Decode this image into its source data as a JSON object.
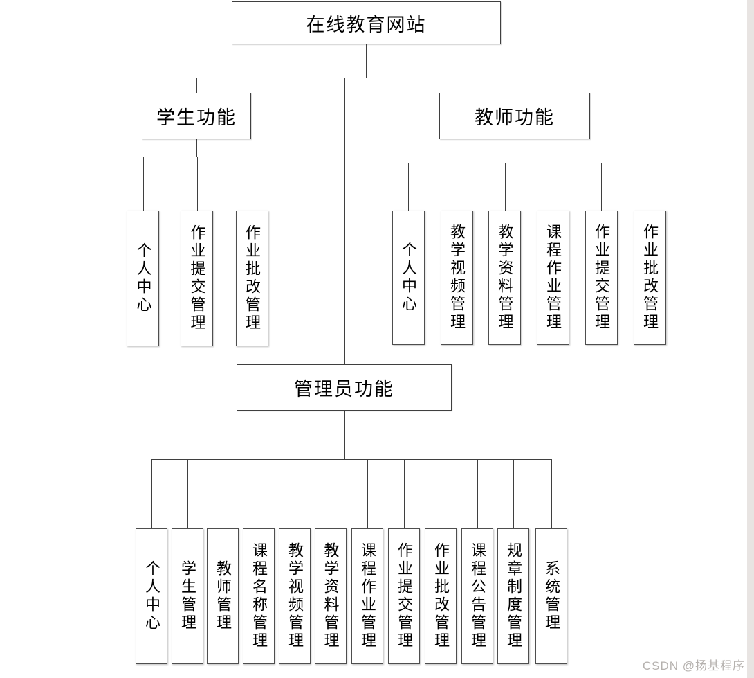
{
  "tree": {
    "root": {
      "label": "在线教育网站"
    },
    "branches": [
      {
        "id": "student",
        "label": "学生功能",
        "children": [
          "个人中心",
          "作业提交管理",
          "作业批改管理"
        ]
      },
      {
        "id": "teacher",
        "label": "教师功能",
        "children": [
          "个人中心",
          "教学视频管理",
          "教学资料管理",
          "课程作业管理",
          "作业提交管理",
          "作业批改管理"
        ]
      },
      {
        "id": "admin",
        "label": "管理员功能",
        "children": [
          "个人中心",
          "学生管理",
          "教师管理",
          "课程名称管理",
          "教学视频管理",
          "教学资料管理",
          "课程作业管理",
          "作业提交管理",
          "作业批改管理",
          "课程公告管理",
          "规章制度管理",
          "系统管理"
        ]
      }
    ]
  },
  "watermark": "CSDN @扬基程序",
  "colors": {
    "line": "#3f3f3f",
    "node_border": "#4e4e4e",
    "background": "#ffffff",
    "watermark_text": "#b5b1ae",
    "edge_strip": "#e8e4e2"
  }
}
